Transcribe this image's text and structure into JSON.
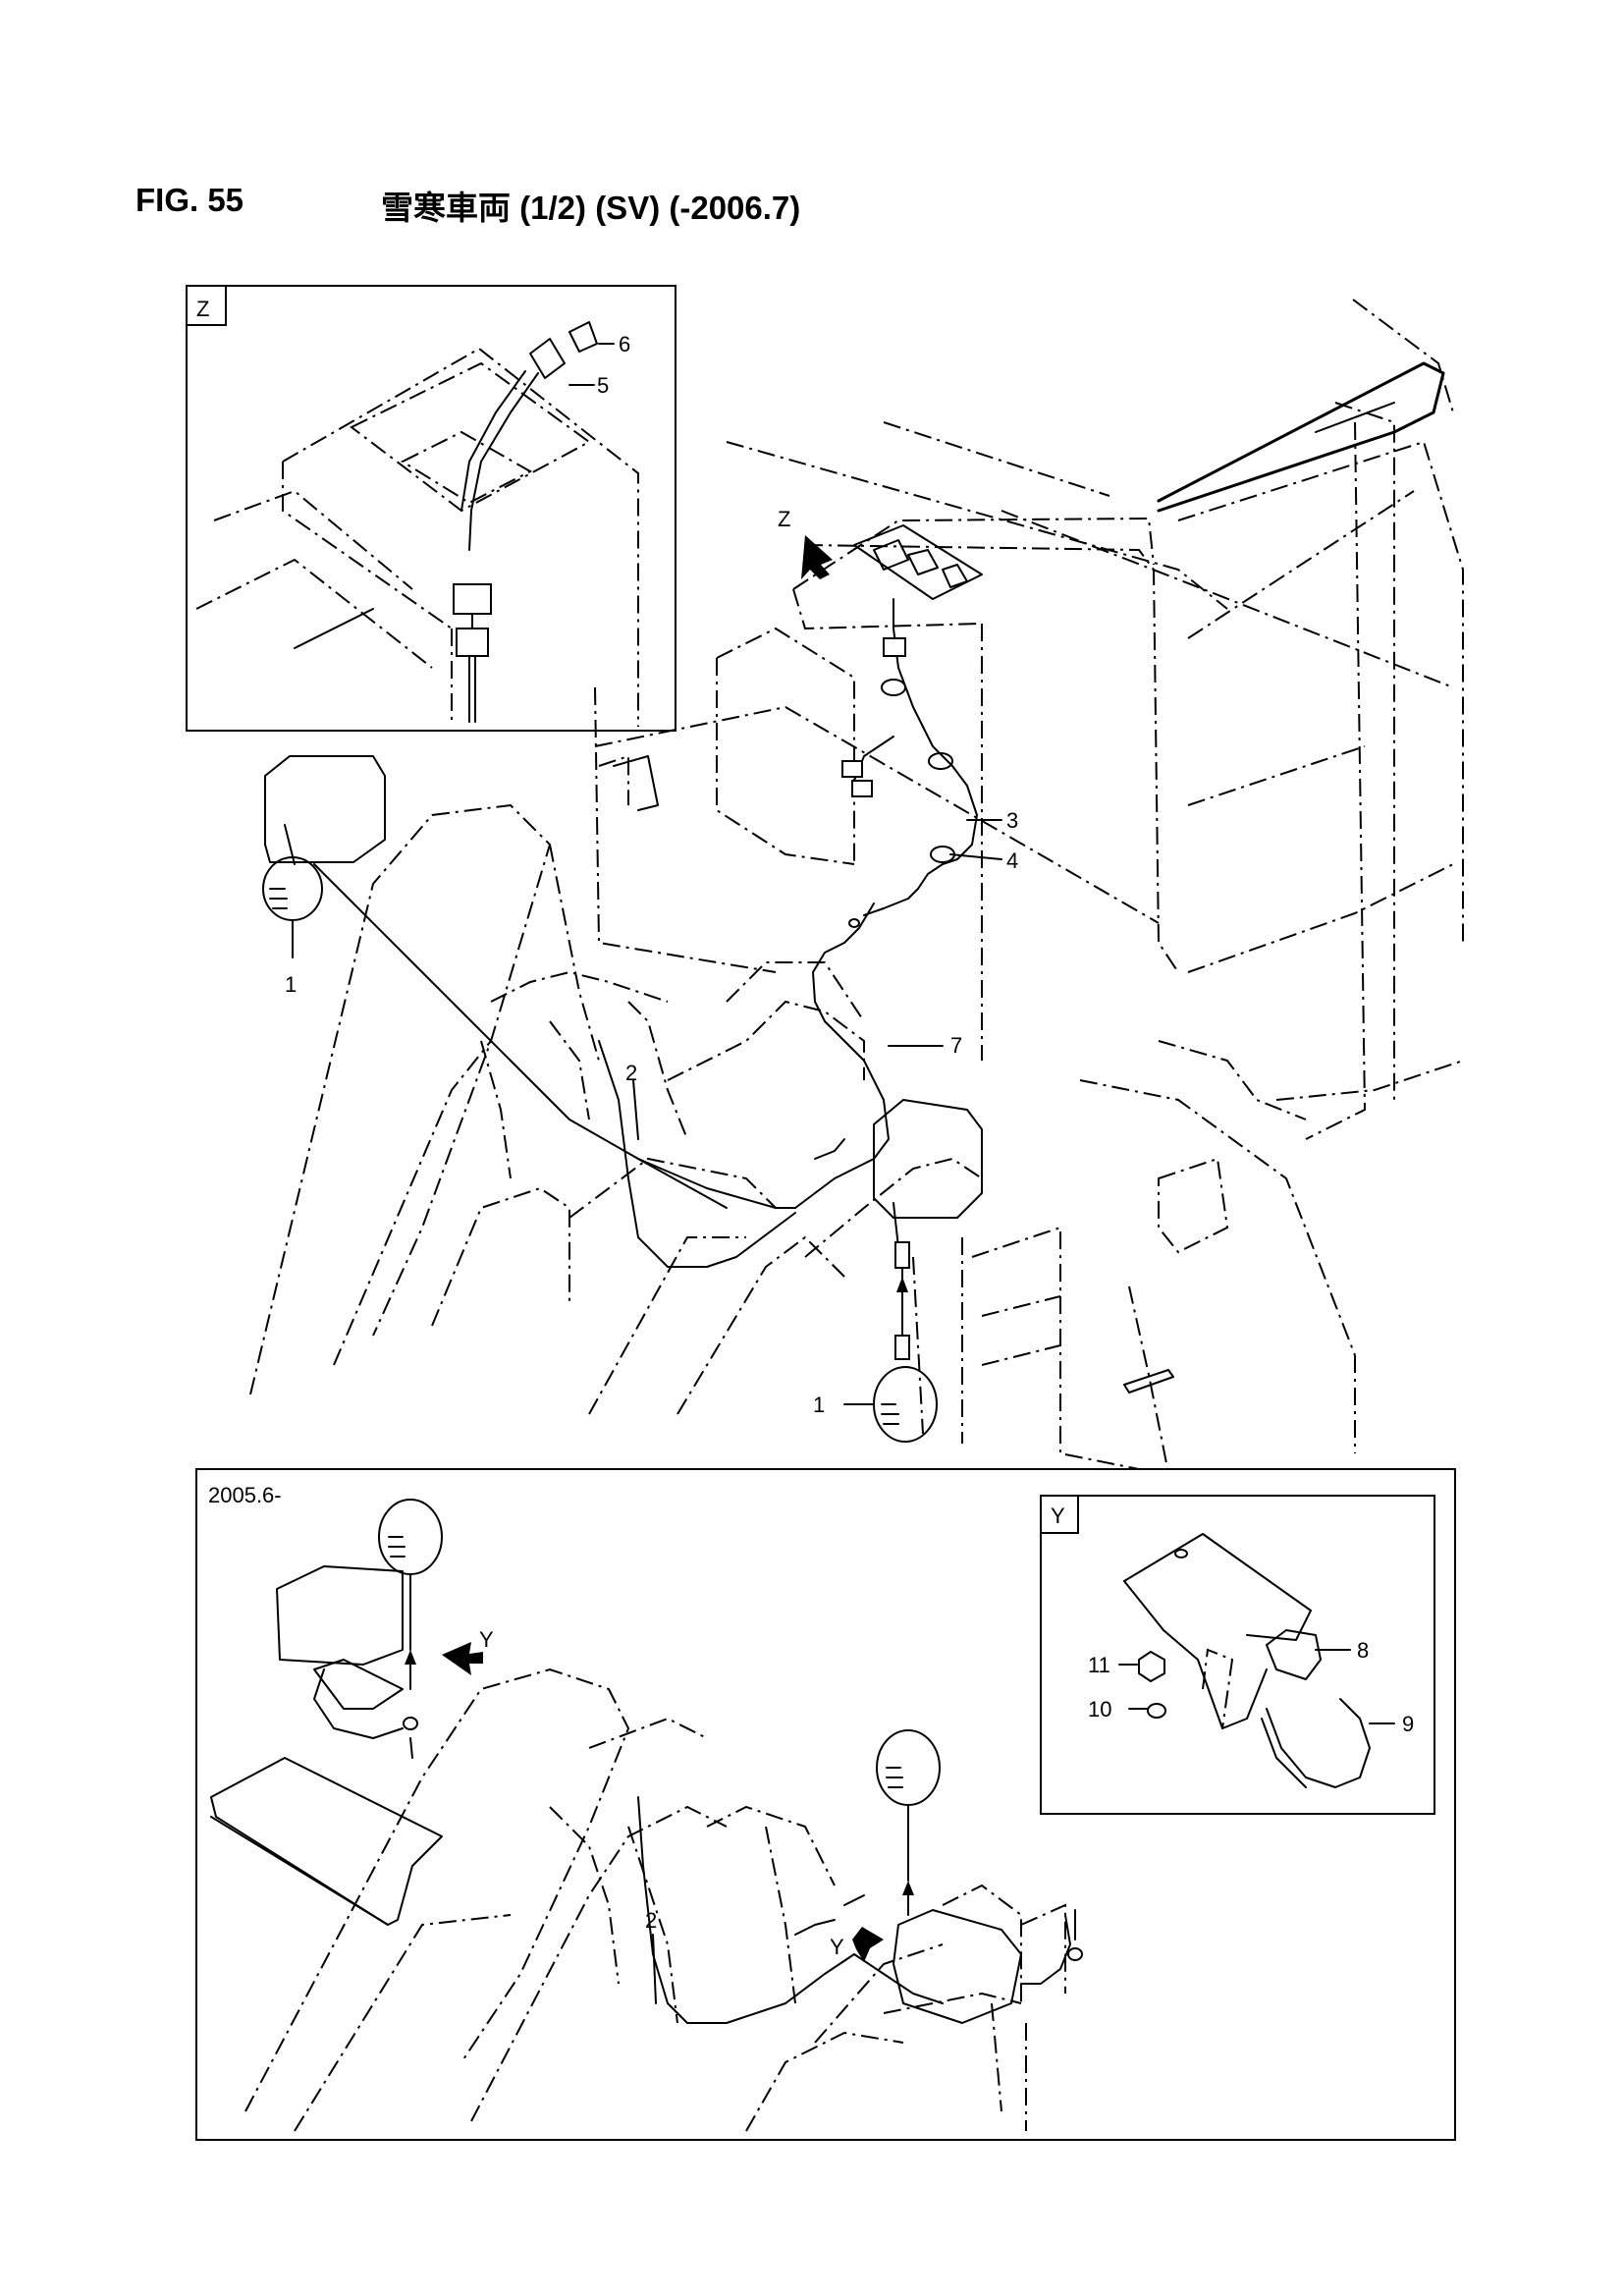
{
  "title": "FIG. 55",
  "subtitle": "雪寒車両 (1/2) (SV) (-2006.7)",
  "detail_z": {
    "tag": "Z",
    "callouts": [
      "6",
      "5"
    ]
  },
  "detail_y": {
    "tag": "Y",
    "callouts": [
      "8",
      "9",
      "10",
      "11"
    ]
  },
  "main_view": {
    "arrow_tag": "Z",
    "callouts": [
      "1",
      "1",
      "2",
      "3",
      "4",
      "7"
    ]
  },
  "lower_panel": {
    "date_label": "2005.6-",
    "arrow_tags": [
      "Y",
      "Y"
    ],
    "callouts": [
      "2"
    ]
  }
}
